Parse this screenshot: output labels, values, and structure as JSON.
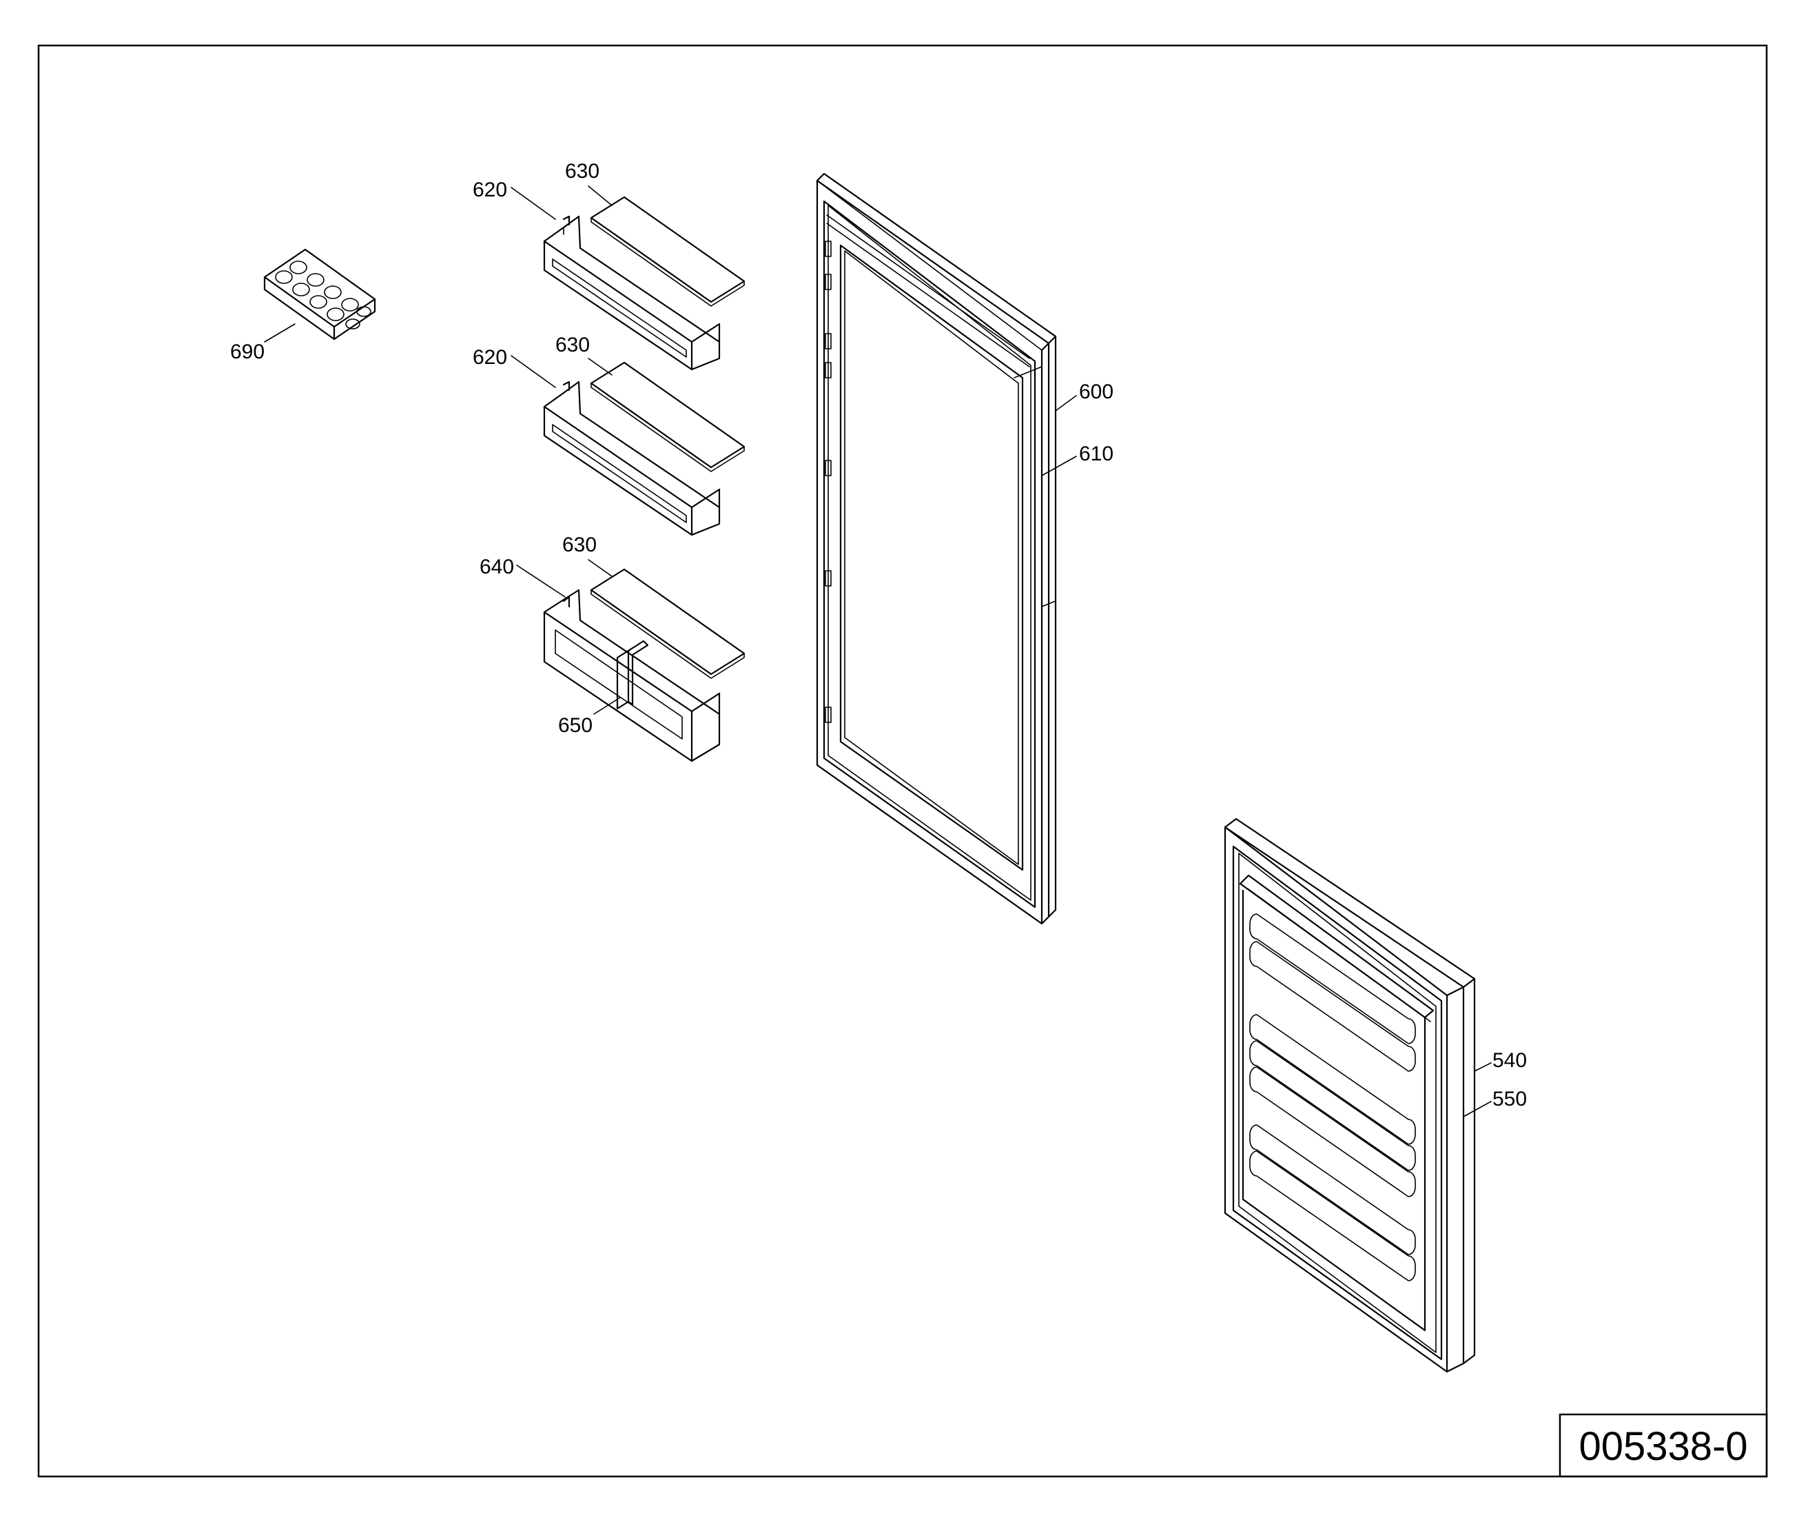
{
  "drawing_number": "005338-0",
  "callouts": {
    "c690": "690",
    "c620a": "620",
    "c630a": "630",
    "c620b": "620",
    "c630b": "630",
    "c640": "640",
    "c630c": "630",
    "c650": "650",
    "c600": "600",
    "c610": "610",
    "c540": "540",
    "c550": "550"
  }
}
